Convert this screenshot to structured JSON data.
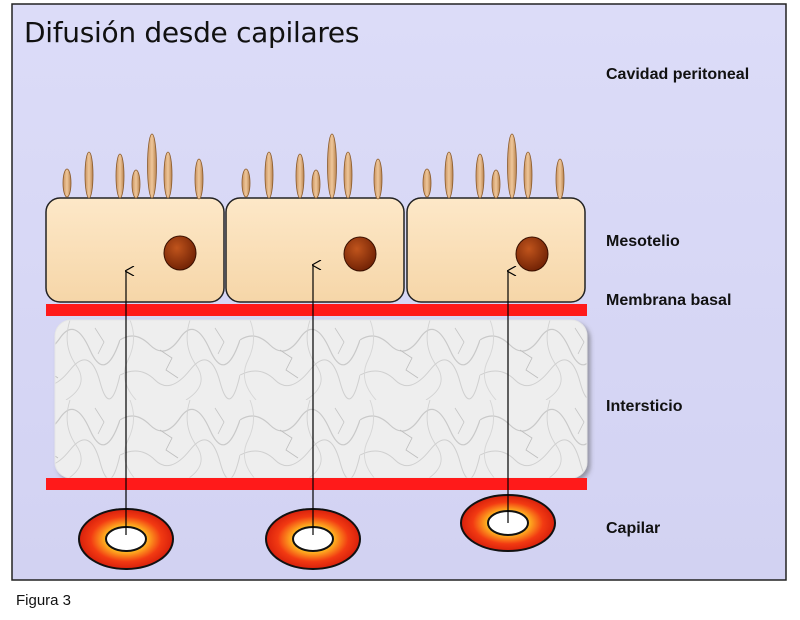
{
  "title": "Difusión desde capilares",
  "labels": {
    "peritoneal_cavity": "Cavidad peritoneal",
    "mesothelium": "Mesotelio",
    "basement_membrane": "Membrana basal",
    "interstitium": "Intersticio",
    "capillary": "Capilar"
  },
  "caption": "Figura 3",
  "colors": {
    "slide_bg": "#d8d8f6",
    "cell_fill": "#fbe1bd",
    "nucleus": "#8a3008",
    "membrane": "#ff1a1a",
    "capillary": "#e8281a",
    "cilia": "#e2b27f"
  }
}
